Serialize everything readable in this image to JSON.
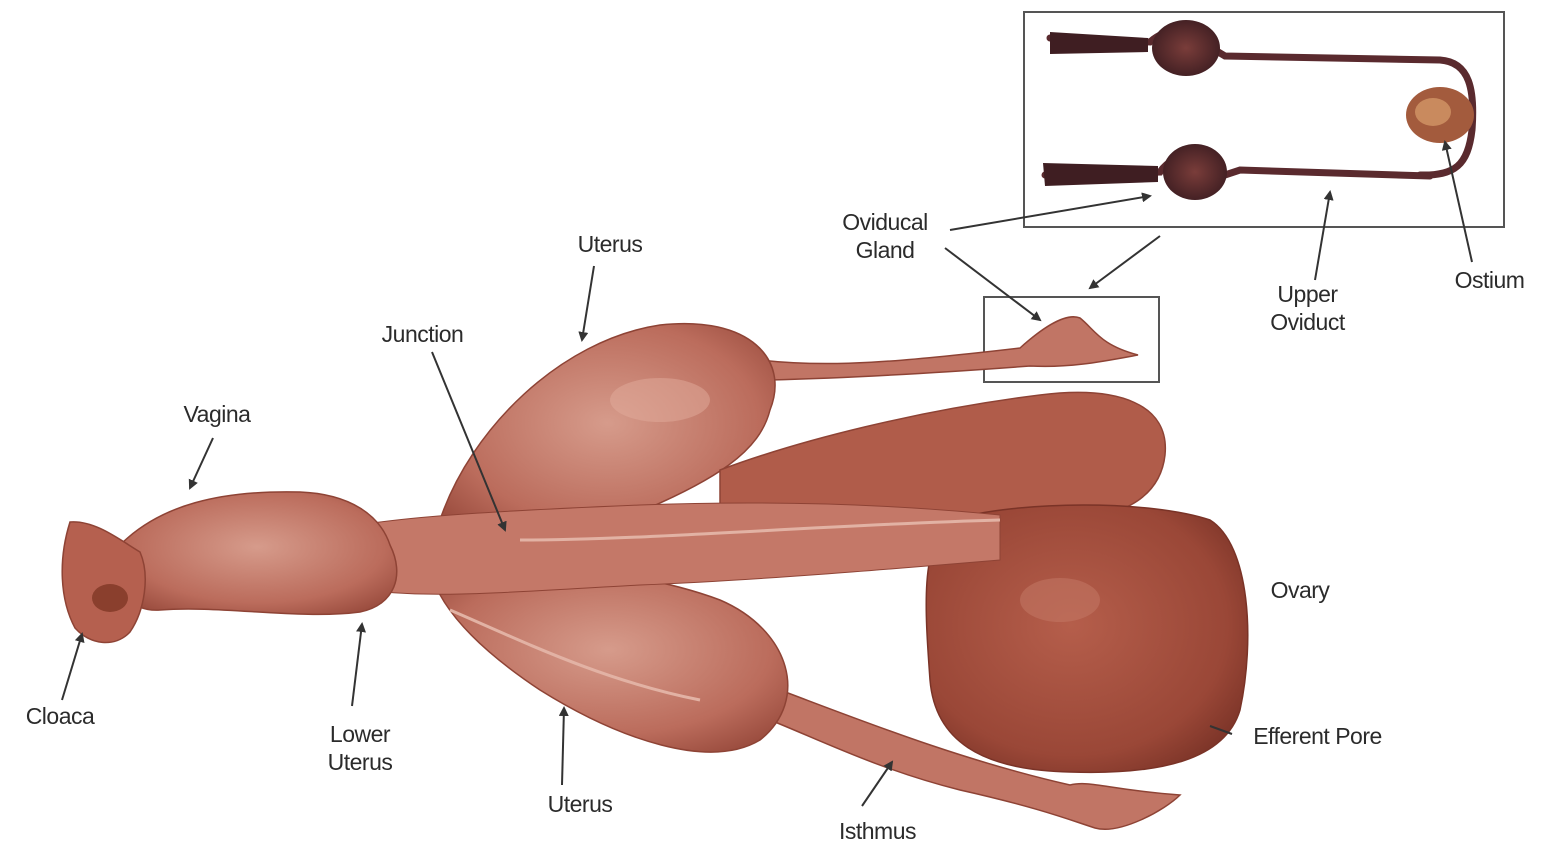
{
  "labels": {
    "oviducal_gland": [
      "Oviducal",
      "Gland"
    ],
    "uterus_top": "Uterus",
    "junction": "Junction",
    "vagina": "Vagina",
    "cloaca": "Cloaca",
    "lower_uterus": [
      "Lower",
      "Uterus"
    ],
    "uterus_bottom": "Uterus",
    "isthmus": "Isthmus",
    "ovary": "Ovary",
    "efferent_pore": "Efferent Pore",
    "upper_oviduct": [
      "Upper",
      "Oviduct"
    ],
    "ostium": "Ostium"
  },
  "colors": {
    "tissue": "#b8695a",
    "tissue_light": "#cf8e7e",
    "tissue_dark": "#8e4335",
    "ovary": "#9d4a3a",
    "inset_tissue": "#5a2a2e",
    "line": "#333333"
  }
}
